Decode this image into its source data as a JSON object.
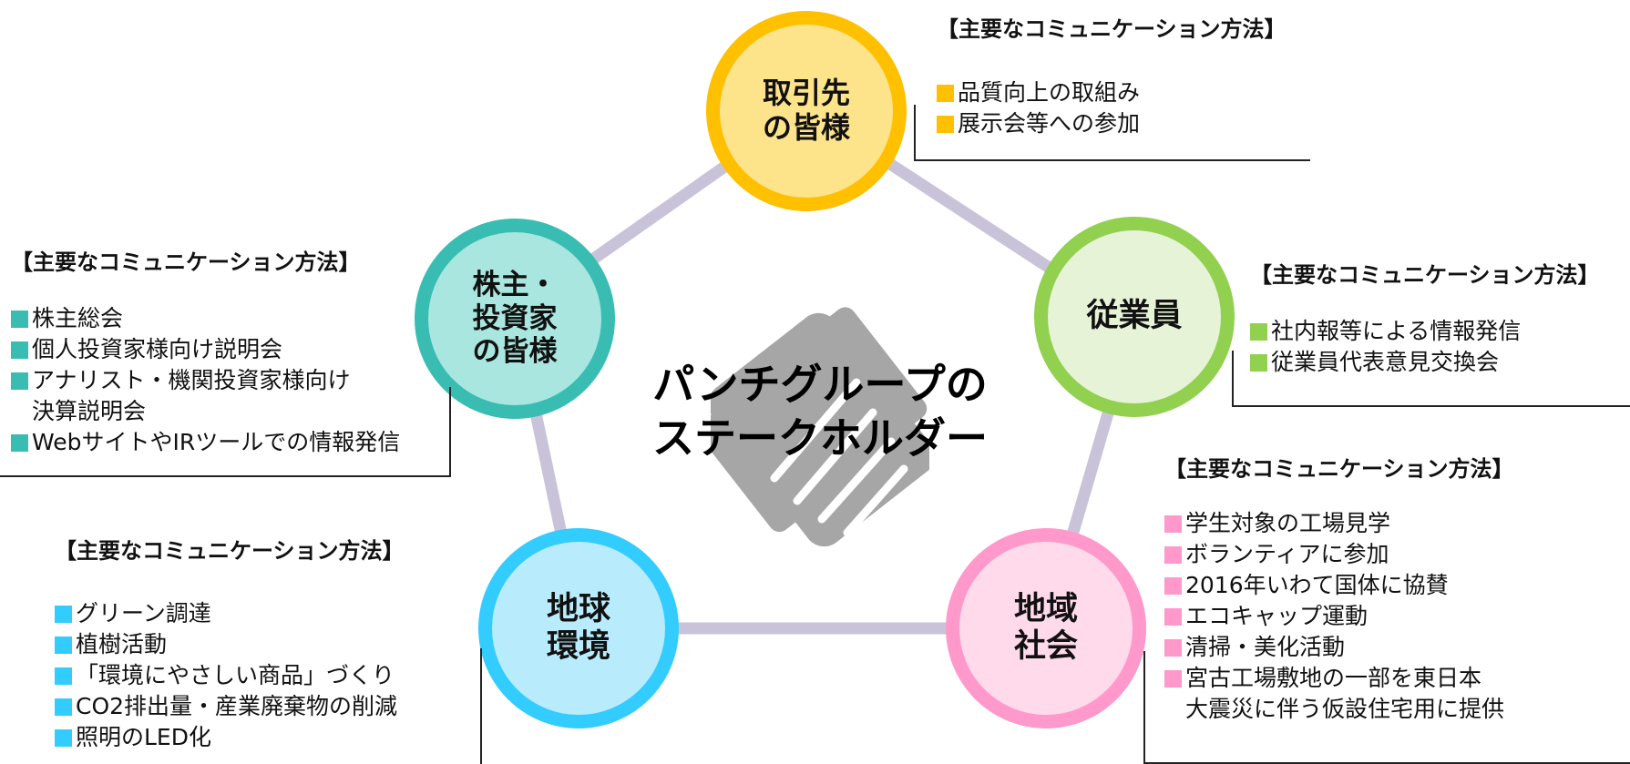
{
  "center_title": "パンチグループの\nステークホルダー",
  "colors": {
    "connector": "#c9c3d9",
    "hand_icon": "#a6a6a6",
    "suppliers": {
      "ring": "#ffc000",
      "fill": "#fde38a",
      "bullet": "#ffc000"
    },
    "employees": {
      "ring": "#92d050",
      "fill": "#e6f3d6",
      "bullet": "#92d050"
    },
    "community": {
      "ring": "#ff99cc",
      "fill": "#ffdaeb",
      "bullet": "#ff99cc"
    },
    "environment": {
      "ring": "#33ccff",
      "fill": "#b8ecfd",
      "bullet": "#33ccff"
    },
    "shareholders": {
      "ring": "#39bdb3",
      "fill": "#a8e6df",
      "bullet": "#39bdb3"
    }
  },
  "icons": {
    "center": "handshake-icon"
  },
  "stakeholders": {
    "suppliers": {
      "label": "取引先\nの皆様",
      "heading": "【主要なコミュニケーション方法】",
      "items": [
        "品質向上の取組み",
        "展示会等への参加"
      ]
    },
    "employees": {
      "label": "従業員",
      "heading": "【主要なコミュニケーション方法】",
      "items": [
        "社内報等による情報発信",
        "従業員代表意見交換会"
      ]
    },
    "community": {
      "label": "地域\n社会",
      "heading": "【主要なコミュニケーション方法】",
      "items": [
        "学生対象の工場見学",
        "ボランティアに参加",
        "2016年いわて国体に協賛",
        "エコキャップ運動",
        "清掃・美化活動",
        "宮古工場敷地の一部を東日本"
      ],
      "continuation": "大震災に伴う仮設住宅用に提供"
    },
    "environment": {
      "label": "地球\n環境",
      "heading": "【主要なコミュニケーション方法】",
      "items": [
        "グリーン調達",
        "植樹活動",
        "「環境にやさしい商品」づくり",
        "CO2排出量・産業廃棄物の削減",
        "照明のLED化"
      ]
    },
    "shareholders": {
      "label": "株主・\n投資家\nの皆様",
      "heading": "【主要なコミュニケーション方法】",
      "items": [
        "株主総会",
        "個人投資家様向け説明会",
        "アナリスト・機関投資家様向け"
      ],
      "continuation": "決算説明会",
      "items_after": [
        "WebサイトやIRツールでの情報発信"
      ]
    }
  }
}
